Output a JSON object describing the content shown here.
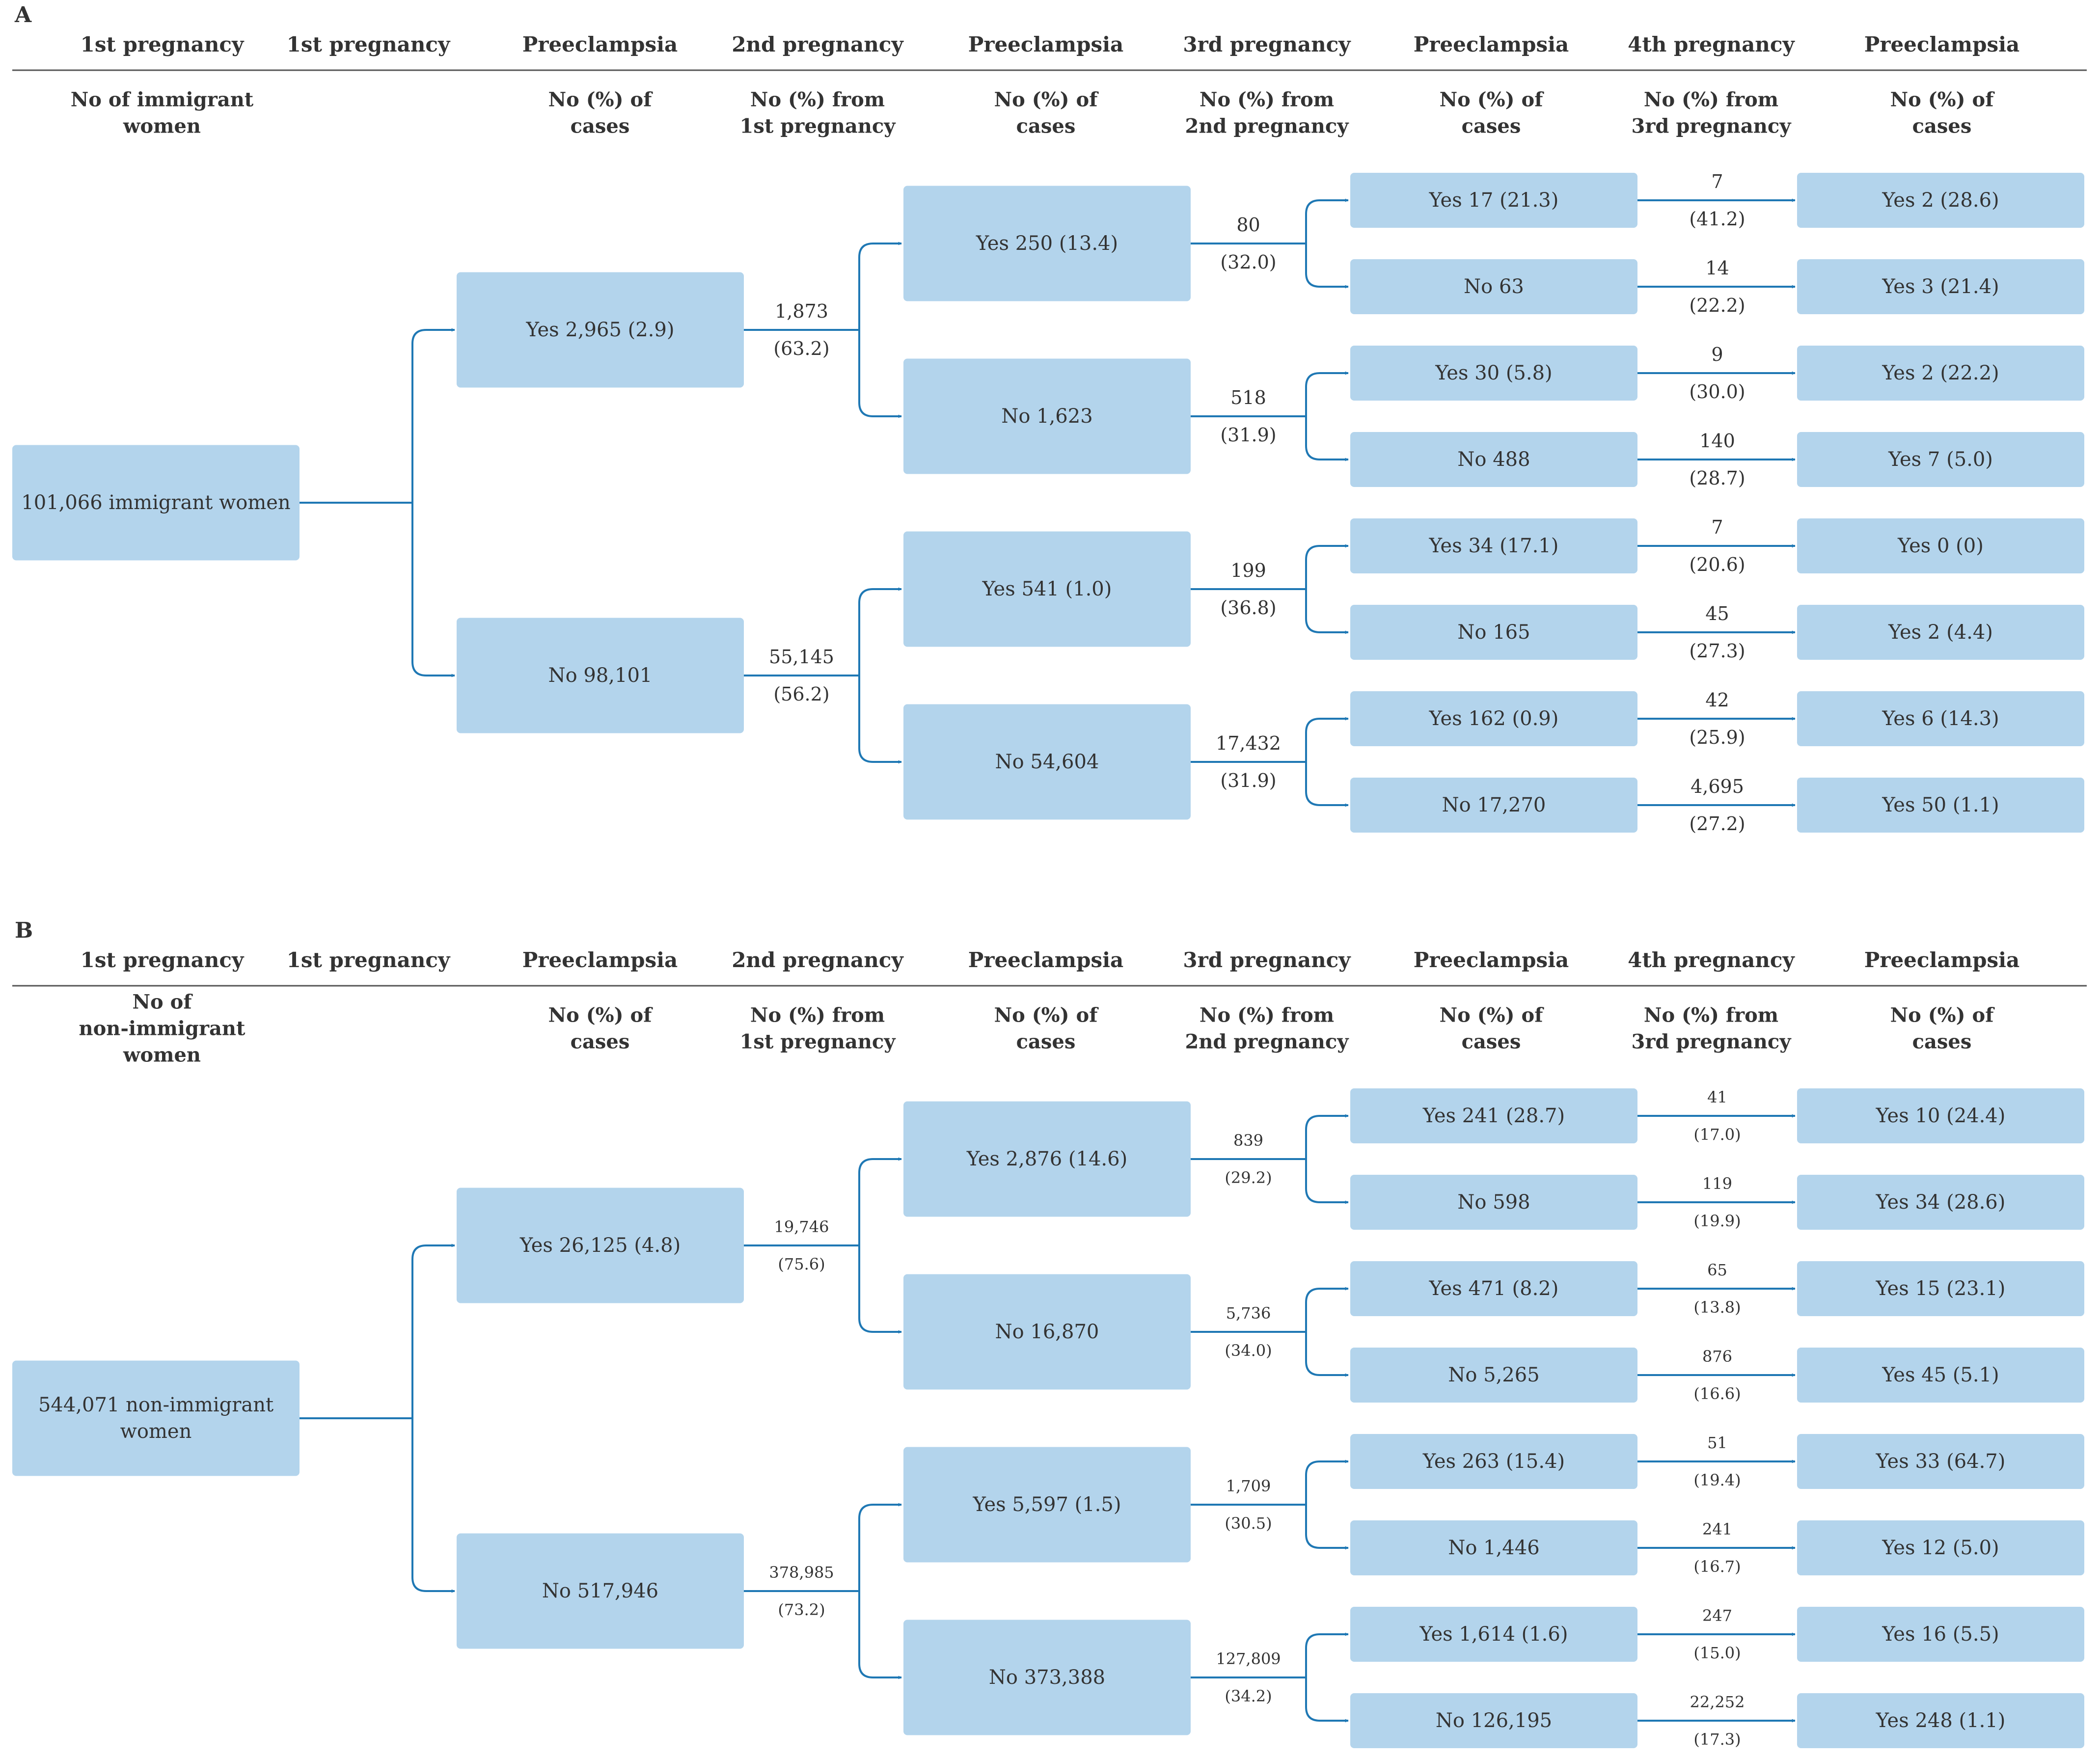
{
  "colors": {
    "box_fill": "#b3d4ec",
    "connector": "#1f78b4",
    "text": "#333333",
    "rule": "#555555"
  },
  "panels": [
    {
      "letter": "A",
      "headers": [
        "1st pregnancy",
        "1st pregnancy",
        "Preeclampsia",
        "2nd pregnancy",
        "Preeclampsia",
        "3rd pregnancy",
        "Preeclampsia",
        "4th pregnancy",
        "Preeclampsia"
      ],
      "subheaders": [
        [
          "No of immigrant",
          "women"
        ],
        [],
        [
          "No (%) of",
          "cases"
        ],
        [
          "No (%) from",
          "1st pregnancy"
        ],
        [
          "No (%) of",
          "cases"
        ],
        [
          "No (%) from",
          "2nd pregnancy"
        ],
        [
          "No (%) of",
          "cases"
        ],
        [
          "No (%) from",
          "3rd pregnancy"
        ],
        [
          "No (%) of",
          "cases"
        ]
      ],
      "root": [
        "101,066 immigrant women"
      ],
      "level1": [
        "Yes 2,965 (2.9)",
        "No 98,101"
      ],
      "edge1": [
        [
          "1,873",
          "(63.2)"
        ],
        [
          "55,145",
          "(56.2)"
        ]
      ],
      "level2": [
        "Yes 250 (13.4)",
        "No 1,623",
        "Yes 541 (1.0)",
        "No 54,604"
      ],
      "edge2": [
        [
          "80",
          "(32.0)"
        ],
        [
          "518",
          "(31.9)"
        ],
        [
          "199",
          "(36.8)"
        ],
        [
          "17,432",
          "(31.9)"
        ]
      ],
      "level3": [
        "Yes 17 (21.3)",
        "No 63",
        "Yes 30 (5.8)",
        "No 488",
        "Yes 34 (17.1)",
        "No 165",
        "Yes 162 (0.9)",
        "No 17,270"
      ],
      "edge3": [
        [
          "7",
          "(41.2)"
        ],
        [
          "14",
          "(22.2)"
        ],
        [
          "9",
          "(30.0)"
        ],
        [
          "140",
          "(28.7)"
        ],
        [
          "7",
          "(20.6)"
        ],
        [
          "45",
          "(27.3)"
        ],
        [
          "42",
          "(25.9)"
        ],
        [
          "4,695",
          "(27.2)"
        ]
      ],
      "level4": [
        "Yes 2 (28.6)",
        "Yes 3 (21.4)",
        "Yes 2 (22.2)",
        "Yes 7 (5.0)",
        "Yes 0 (0)",
        "Yes 2 (4.4)",
        "Yes 6 (14.3)",
        "Yes 50 (1.1)"
      ]
    },
    {
      "letter": "B",
      "headers": [
        "1st pregnancy",
        "1st pregnancy",
        "Preeclampsia",
        "2nd pregnancy",
        "Preeclampsia",
        "3rd pregnancy",
        "Preeclampsia",
        "4th pregnancy",
        "Preeclampsia"
      ],
      "subheaders": [
        [
          "No of",
          "non-immigrant",
          "women"
        ],
        [],
        [
          "No (%) of",
          "cases"
        ],
        [
          "No (%) from",
          "1st pregnancy"
        ],
        [
          "No (%) of",
          "cases"
        ],
        [
          "No (%) from",
          "2nd pregnancy"
        ],
        [
          "No (%) of",
          "cases"
        ],
        [
          "No (%) from",
          "3rd pregnancy"
        ],
        [
          "No (%) of",
          "cases"
        ]
      ],
      "root": [
        "544,071 non-immigrant",
        "women"
      ],
      "level1": [
        "Yes 26,125 (4.8)",
        "No 517,946"
      ],
      "edge1": [
        [
          "19,746",
          "(75.6)"
        ],
        [
          "378,985",
          "(73.2)"
        ]
      ],
      "level2": [
        "Yes 2,876 (14.6)",
        "No 16,870",
        "Yes 5,597 (1.5)",
        "No 373,388"
      ],
      "edge2": [
        [
          "839",
          "(29.2)"
        ],
        [
          "5,736",
          "(34.0)"
        ],
        [
          "1,709",
          "(30.5)"
        ],
        [
          "127,809",
          "(34.2)"
        ]
      ],
      "level3": [
        "Yes 241 (28.7)",
        "No 598",
        "Yes 471 (8.2)",
        "No 5,265",
        "Yes 263 (15.4)",
        "No 1,446",
        "Yes 1,614 (1.6)",
        "No 126,195"
      ],
      "edge3": [
        [
          "41",
          "(17.0)"
        ],
        [
          "119",
          "(19.9)"
        ],
        [
          "65",
          "(13.8)"
        ],
        [
          "876",
          "(16.6)"
        ],
        [
          "51",
          "(19.4)"
        ],
        [
          "241",
          "(16.7)"
        ],
        [
          "247",
          "(15.0)"
        ],
        [
          "22,252",
          "(17.3)"
        ]
      ],
      "level4": [
        "Yes 10 (24.4)",
        "Yes 34 (28.6)",
        "Yes 15 (23.1)",
        "Yes 45 (5.1)",
        "Yes 33 (64.7)",
        "Yes 12 (5.0)",
        "Yes 16 (5.5)",
        "Yes 248 (1.1)"
      ]
    }
  ]
}
